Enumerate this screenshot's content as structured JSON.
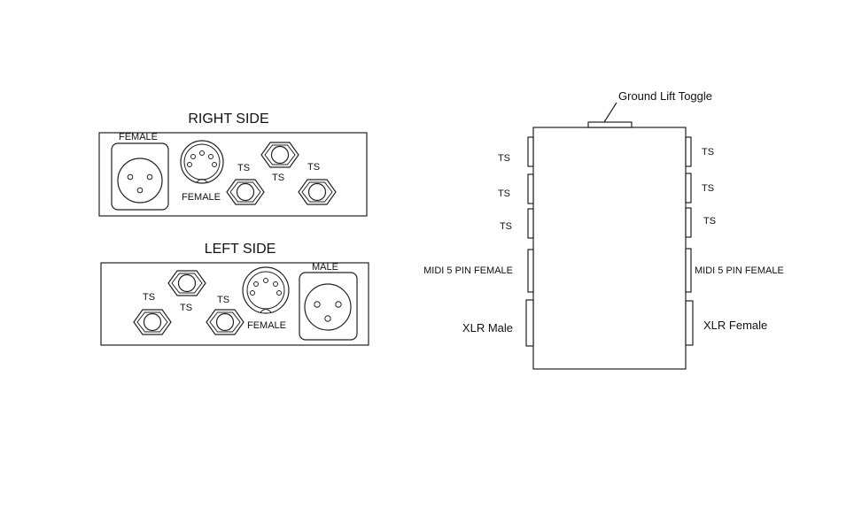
{
  "right_panel": {
    "title": "RIGHT SIDE",
    "xlr_label": "FEMALE",
    "midi_label": "FEMALE",
    "ts_labels": [
      "TS",
      "TS",
      "TS"
    ]
  },
  "left_panel": {
    "title": "LEFT SIDE",
    "xlr_label": "MALE",
    "midi_label": "FEMALE",
    "ts_labels": [
      "TS",
      "TS",
      "TS"
    ]
  },
  "top_view": {
    "toggle_label": "Ground Lift Toggle",
    "left_labels": [
      "TS",
      "TS",
      "TS",
      "MIDI 5 PIN FEMALE",
      "XLR Male"
    ],
    "right_labels": [
      "TS",
      "TS",
      "TS",
      "MIDI 5 PIN FEMALE",
      "XLR Female"
    ]
  }
}
